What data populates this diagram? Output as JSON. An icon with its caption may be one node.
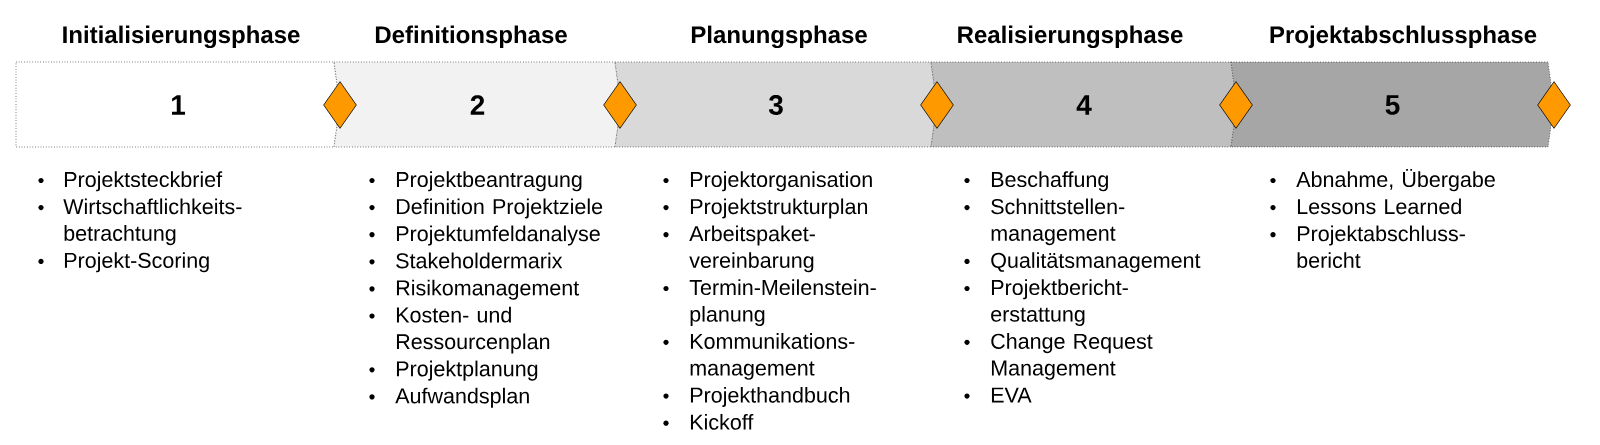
{
  "diagram": {
    "nodes": [
      {
        "text": [
          "Initialisierungsphase",
          "1"
        ],
        "beside": [
          "Projektsteckbrief",
          "Wirtschaftlichkeits- betrachtung",
          "Projekt-Scoring"
        ]
      },
      {
        "text": [
          "Definitionsphase",
          "2"
        ],
        "beside": [
          "Projektbeantragung",
          "Definition Projektziele",
          "Projektumfeldanalyse",
          "Stakeholdermarix",
          "Risikomanagement",
          "Kosten- und Ressourcenplan",
          "Projektplanung",
          "Aufwandsplan"
        ]
      },
      {
        "text": [
          "Planungsphase",
          "3"
        ],
        "beside": [
          "Projektorganisation",
          "Projektstrukturplan",
          "Arbeitspaket- vereinbarung",
          "Termin-Meilenstein- planung",
          "Kommunikations- management",
          "Projekthandbuch",
          "Kickoff"
        ]
      },
      {
        "text": [
          "Realisierungsphase",
          "4"
        ],
        "beside": [
          "Beschaffung",
          "Schnittstellen- management",
          "Qualitätsmanagement",
          "Projektbericht- erstattung",
          "Change Request Management",
          "EVA"
        ]
      },
      {
        "text": [
          "Projektabschlussphase",
          "5"
        ],
        "beside": [
          "Abnahme, Übergabe",
          "Lessons Learned",
          "Projektabschluss- bericht"
        ]
      },
      {
        "text": [],
        "shape": "diamond"
      },
      {
        "text": [],
        "shape": "diamond"
      },
      {
        "text": [],
        "shape": "diamond"
      },
      {
        "text": [],
        "shape": "diamond"
      },
      {
        "text": [],
        "shape": "diamond"
      }
    ]
  }
}
